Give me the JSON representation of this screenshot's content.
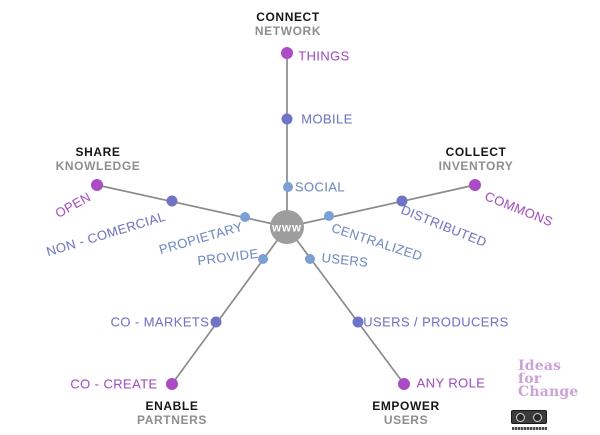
{
  "center": {
    "label": "www"
  },
  "branches": [
    {
      "direction": "top",
      "header": {
        "title": "CONNECT",
        "subtitle": "NETWORK"
      },
      "nodes": [
        {
          "label": "SOCIAL",
          "level": "inner"
        },
        {
          "label": "MOBILE",
          "level": "mid"
        },
        {
          "label": "THINGS",
          "level": "outer"
        }
      ]
    },
    {
      "direction": "upper-left",
      "header": {
        "title": "SHARE",
        "subtitle": "KNOWLEDGE"
      },
      "nodes": [
        {
          "label": "PROPIETARY",
          "level": "inner"
        },
        {
          "label": "NON - COMERCIAL",
          "level": "mid"
        },
        {
          "label": "OPEN",
          "level": "outer"
        }
      ]
    },
    {
      "direction": "upper-right",
      "header": {
        "title": "COLLECT",
        "subtitle": "INVENTORY"
      },
      "nodes": [
        {
          "label": "CENTRALIZED",
          "level": "inner"
        },
        {
          "label": "DISTRIBUTED",
          "level": "mid"
        },
        {
          "label": "COMMONS",
          "level": "outer"
        }
      ]
    },
    {
      "direction": "lower-left",
      "header": {
        "title": "ENABLE",
        "subtitle": "PARTNERS"
      },
      "nodes": [
        {
          "label": "PROVIDE",
          "level": "inner"
        },
        {
          "label": "CO - MARKETS",
          "level": "mid"
        },
        {
          "label": "CO - CREATE",
          "level": "outer"
        }
      ]
    },
    {
      "direction": "lower-right",
      "header": {
        "title": "EMPOWER",
        "subtitle": "USERS"
      },
      "nodes": [
        {
          "label": "USERS",
          "level": "inner"
        },
        {
          "label": "USERS / PRODUCERS",
          "level": "mid"
        },
        {
          "label": "ANY ROLE",
          "level": "outer"
        }
      ]
    }
  ],
  "logo": {
    "line1": "Ideas",
    "line2": "for",
    "line3": "Change"
  },
  "colors": {
    "line": "#8b8b8b",
    "center_fill": "#9d9d9d",
    "center_text": "#ffffff",
    "dot_inner": "#7aa0d4",
    "dot_mid": "#6f74c6",
    "dot_outer": "#ab4bc7",
    "label_inner": "#6f8cc5",
    "label_mid": "#7176c7",
    "label_outer": "#a74fc3",
    "header_title": "#161616",
    "header_subtitle": "#8e8e8e",
    "logo_pink": "#cda2d9"
  }
}
